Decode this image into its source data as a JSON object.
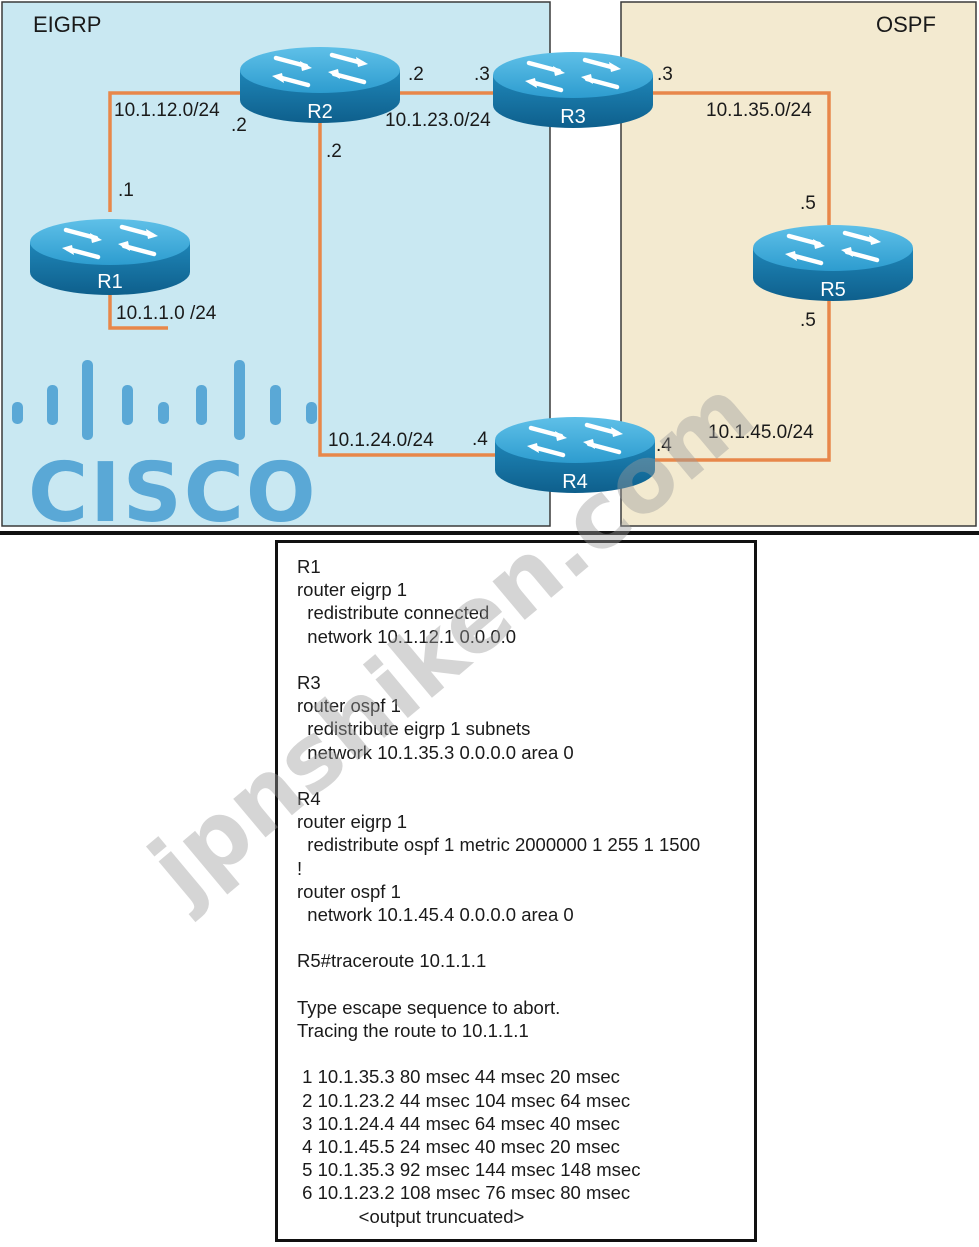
{
  "zones": {
    "eigrp_label": "EIGRP",
    "ospf_label": "OSPF"
  },
  "routers": {
    "r1": "R1",
    "r2": "R2",
    "r3": "R3",
    "r4": "R4",
    "r5": "R5"
  },
  "links": {
    "r1_r2_subnet": "10.1.12.0/24",
    "r1_lan_subnet": "10.1.1.0 /24",
    "r2_r3_subnet": "10.1.23.0/24",
    "r3_r5_subnet": "10.1.35.0/24",
    "r2_r4_subnet": "10.1.24.0/24",
    "r4_r5_subnet": "10.1.45.0/24"
  },
  "interfaces": {
    "r1_to_r2": ".1",
    "r2_to_r1": ".2",
    "r2_to_r3": ".2",
    "r2_to_r4": ".2",
    "r3_to_r2": ".3",
    "r3_to_r5": ".3",
    "r5_to_r3": ".5",
    "r5_to_r4": ".5",
    "r4_to_r2": ".4",
    "r4_to_r5": ".4"
  },
  "logo": {
    "text": "CISCO",
    "color": "#5aa8d6"
  },
  "config_text": "R1\nrouter eigrp 1\n  redistribute connected\n  network 10.1.12.1 0.0.0.0\n\nR3\nrouter ospf 1\n  redistribute eigrp 1 subnets\n  network 10.1.35.3 0.0.0.0 area 0\n\nR4\nrouter eigrp 1\n  redistribute ospf 1 metric 2000000 1 255 1 1500\n!\nrouter ospf 1\n  network 10.1.45.4 0.0.0.0 area 0\n\nR5#traceroute 10.1.1.1\n\nType escape sequence to abort.\nTracing the route to 10.1.1.1\n\n 1 10.1.35.3 80 msec 44 msec 20 msec\n 2 10.1.23.2 44 msec 104 msec 64 msec\n 3 10.1.24.4 44 msec 64 msec 40 msec\n 4 10.1.45.5 24 msec 40 msec 20 msec\n 5 10.1.35.3 92 msec 144 msec 148 msec\n 6 10.1.23.2 108 msec 76 msec 80 msec\n            <output truncuated>",
  "watermark": "jpnshiken.com",
  "colors": {
    "eigrp_bg": "#c9e8f2",
    "ospf_bg": "#f3ead0",
    "link": "#e8874a",
    "router": "#1e8fc3"
  }
}
